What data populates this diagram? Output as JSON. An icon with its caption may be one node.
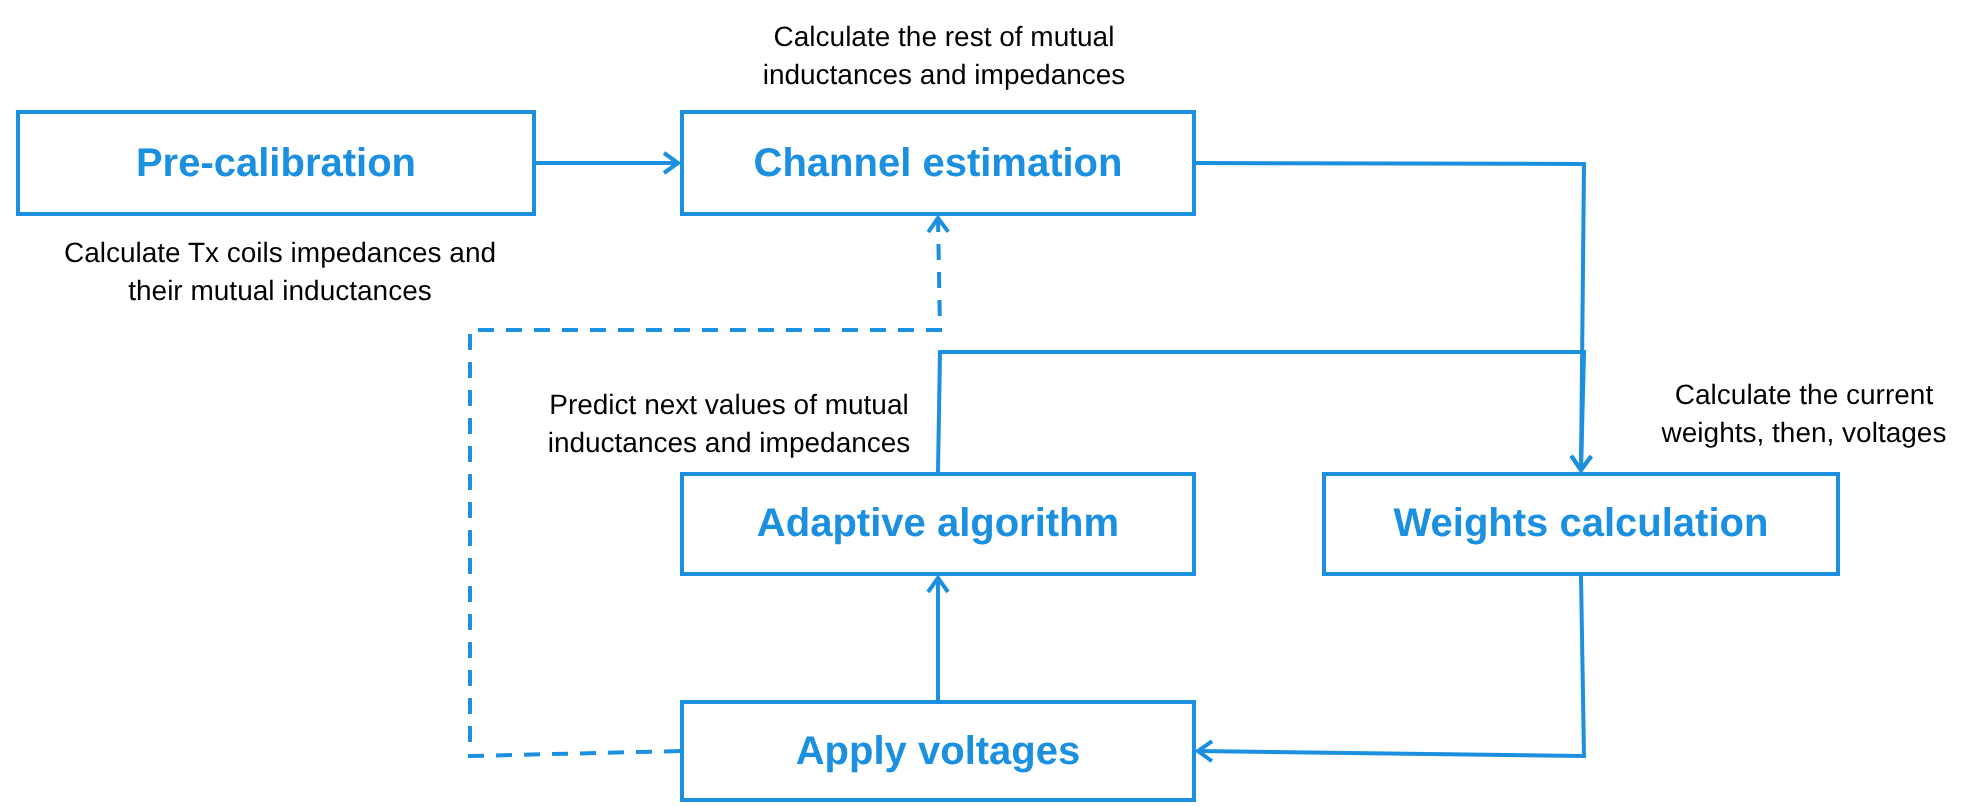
{
  "diagram": {
    "nodes": [
      {
        "text": [
          "Pre-calibration"
        ],
        "beside": [
          "Calculate Tx coils impedances and their mutual inductances"
        ]
      },
      {
        "text": [
          "Channel estimation"
        ],
        "beside": [
          "Calculate the rest of mutual inductances and impedances"
        ]
      },
      {
        "text": [
          "Adaptive algorithm"
        ],
        "beside": [
          "Predict next values of mutual inductances and impedances"
        ]
      },
      {
        "text": [
          "Weights calculation"
        ],
        "beside": [
          "Calculate the current weights, then, voltages"
        ]
      },
      {
        "text": [
          "Apply voltages"
        ]
      }
    ],
    "edges": [
      {
        "from": 0,
        "to": 1,
        "arrow": "to"
      },
      {
        "from": 1,
        "to": 3,
        "arrow": "to"
      },
      {
        "from": 2,
        "to": 3,
        "arrow": "to"
      },
      {
        "from": 3,
        "to": 4,
        "arrow": "to"
      },
      {
        "from": 4,
        "to": 2,
        "arrow": "to"
      },
      {
        "from": 4,
        "to": 1,
        "arrow": "to",
        "style": "dashed"
      }
    ]
  }
}
